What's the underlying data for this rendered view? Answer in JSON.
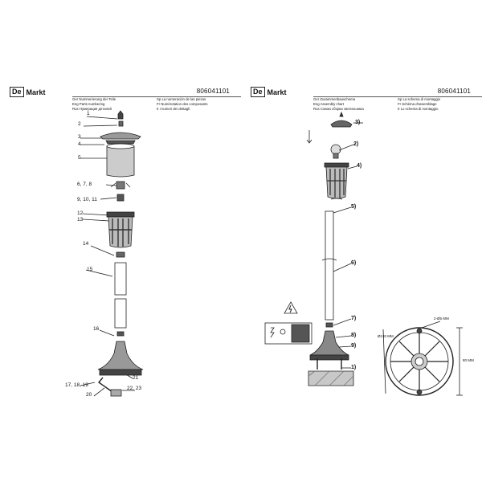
{
  "left": {
    "logo": {
      "mark": "De",
      "name": "Markt"
    },
    "code": "806041101",
    "header": [
      [
        "Ger Nummerierung der Teile",
        "Sp La numeración de las piezas"
      ],
      [
        "Eng Parts numbering",
        "Fr Numérotation des composants"
      ],
      [
        "Rus Нумерация деталей",
        "It I numeri dei dettagli"
      ]
    ],
    "labels": [
      "1",
      "2",
      "3",
      "4",
      "5",
      "6, 7, 8",
      "9, 10, 11",
      "12",
      "13",
      "14",
      "15",
      "16",
      "17, 18, 19",
      "20",
      "21",
      "22, 23"
    ]
  },
  "right": {
    "logo": {
      "mark": "De",
      "name": "Markt"
    },
    "code": "806041101",
    "header": [
      [
        "Ger Zusammenbauschema",
        "Sp La schema di montaggio"
      ],
      [
        "Eng Assembly chart",
        "Fr Schéma d'assemblage"
      ],
      [
        "Rus Схема сборки светильника",
        "It Lo schema di montaggio"
      ]
    ],
    "labels": [
      "3)",
      "2)",
      "4)",
      "5)",
      "6)",
      "7)",
      "8)",
      "9)",
      "1)"
    ],
    "dims": {
      "bolt": "2-Ø5 MM",
      "width": "Ø130 MM",
      "height": "80 MM"
    }
  }
}
